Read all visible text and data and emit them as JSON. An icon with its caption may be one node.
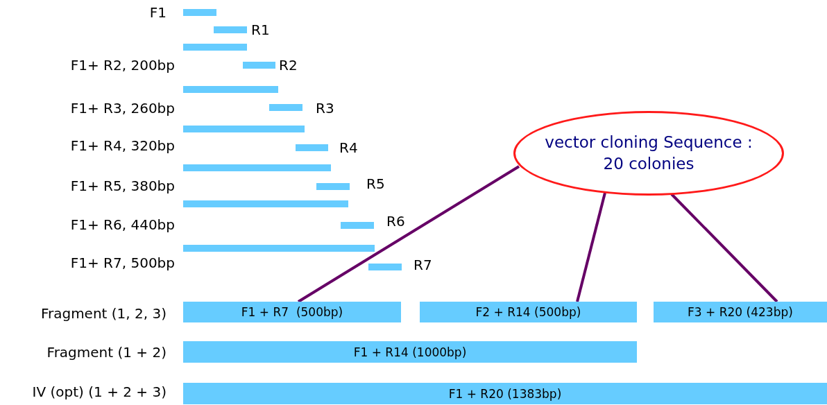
{
  "diagram": {
    "nodes": [
      {
        "text": [],
        "shape": "bar"
      },
      {
        "text": [],
        "shape": "bar"
      },
      {
        "text": [],
        "shape": "bar"
      },
      {
        "text": [],
        "shape": "bar"
      },
      {
        "text": [],
        "shape": "bar"
      },
      {
        "text": [],
        "shape": "bar"
      },
      {
        "text": [],
        "shape": "bar"
      },
      {
        "text": [],
        "shape": "bar"
      },
      {
        "text": [],
        "shape": "bar"
      },
      {
        "text": [],
        "shape": "bar"
      },
      {
        "text": [],
        "shape": "bar"
      },
      {
        "text": [],
        "shape": "bar"
      },
      {
        "text": [],
        "shape": "bar"
      },
      {
        "text": [],
        "shape": "bar"
      },
      {
        "text": [
          "vector cloning Sequence : 20 colonies"
        ]
      },
      {
        "text": [
          "F1 + R7  (500bp)"
        ]
      },
      {
        "text": [
          "F2 + R14 (500bp)"
        ]
      },
      {
        "text": [
          "F3 + R20 (423bp)"
        ]
      },
      {
        "text": [
          "F1 + R14 (1000bp)"
        ]
      },
      {
        "text": [
          "F1 + R20 (1383bp)"
        ]
      }
    ],
    "edges": [
      {
        "from": 14,
        "to": 15,
        "arrow": "none"
      },
      {
        "from": 14,
        "to": 16,
        "arrow": "none"
      },
      {
        "from": 14,
        "to": 17,
        "arrow": "none"
      }
    ],
    "labels": [
      "F1",
      "R1",
      "F1+ R2, 200bp",
      "R2",
      "F1+ R3, 260bp",
      "R3",
      "F1+ R4, 320bp",
      "R4",
      "F1+ R5, 380bp",
      "R5",
      "F1+ R6, 440bp",
      "R6",
      "F1+ R7, 500bp",
      "R7",
      "Fragment (1, 2, 3)",
      "Fragment (1 + 2)",
      "IV (opt) (1 + 2 + 3)"
    ]
  }
}
